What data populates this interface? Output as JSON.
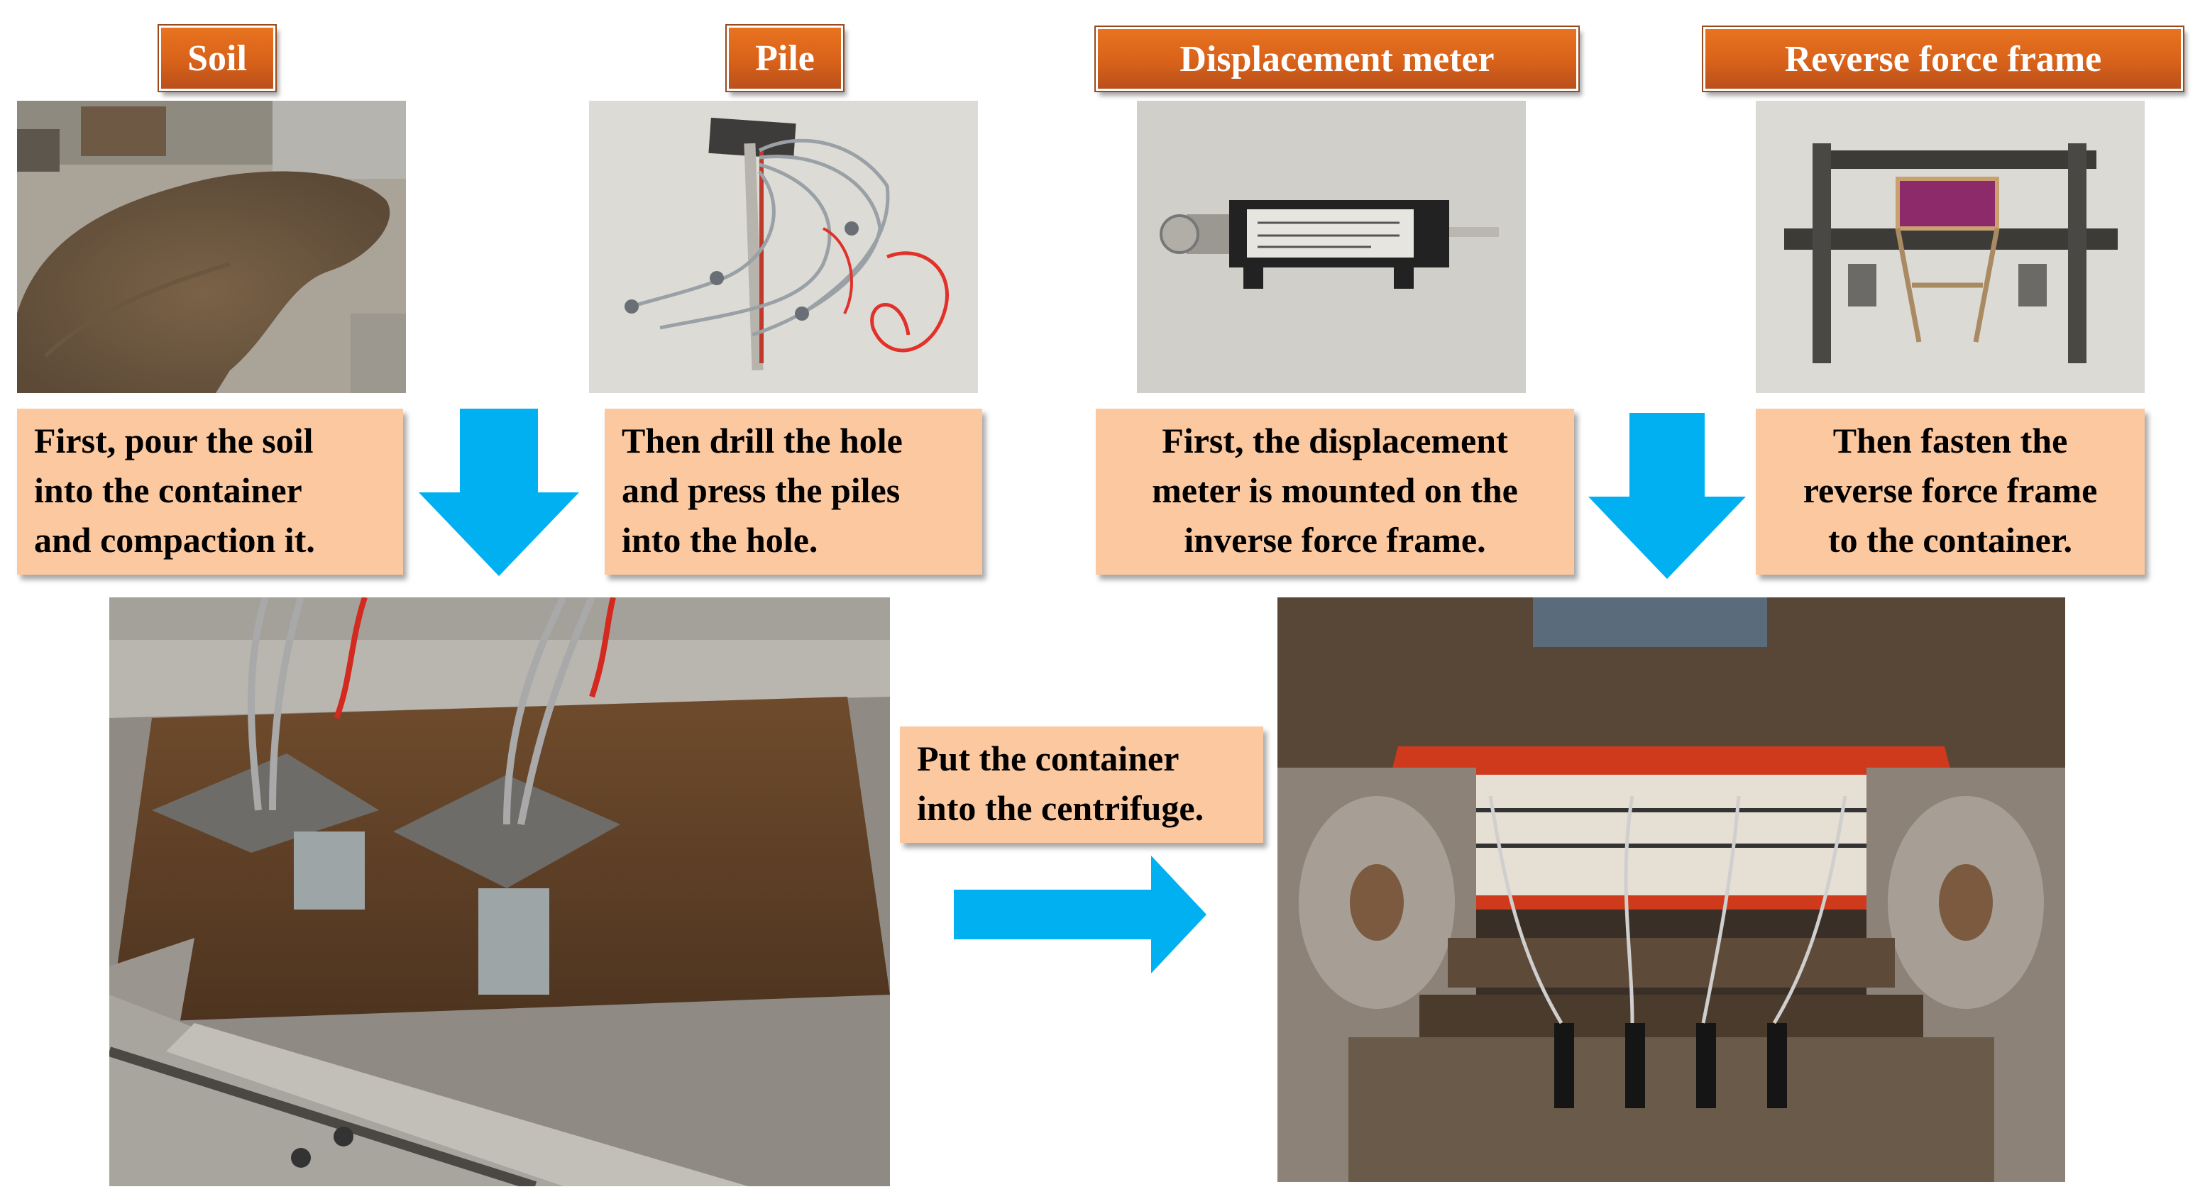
{
  "titles": {
    "soil": "Soil",
    "pile": "Pile",
    "displacement_meter": "Displacement meter",
    "reverse_force_frame": "Reverse force frame"
  },
  "steps": {
    "soil": [
      "First,  pour the soil",
      "into the container",
      "and compaction it."
    ],
    "pile": [
      "Then drill the hole",
      "and press the piles",
      "into the hole."
    ],
    "displacement_meter": [
      "First, the displacement",
      "meter is mounted on the",
      "inverse force frame."
    ],
    "reverse_force_frame": [
      "Then fasten the",
      "reverse force frame",
      "to the container."
    ],
    "centrifuge": [
      "Put the container",
      "into the centrifuge."
    ]
  },
  "colors": {
    "banner": "#d8621a",
    "box": "#fbc8a0",
    "arrow": "#00b0f0"
  }
}
